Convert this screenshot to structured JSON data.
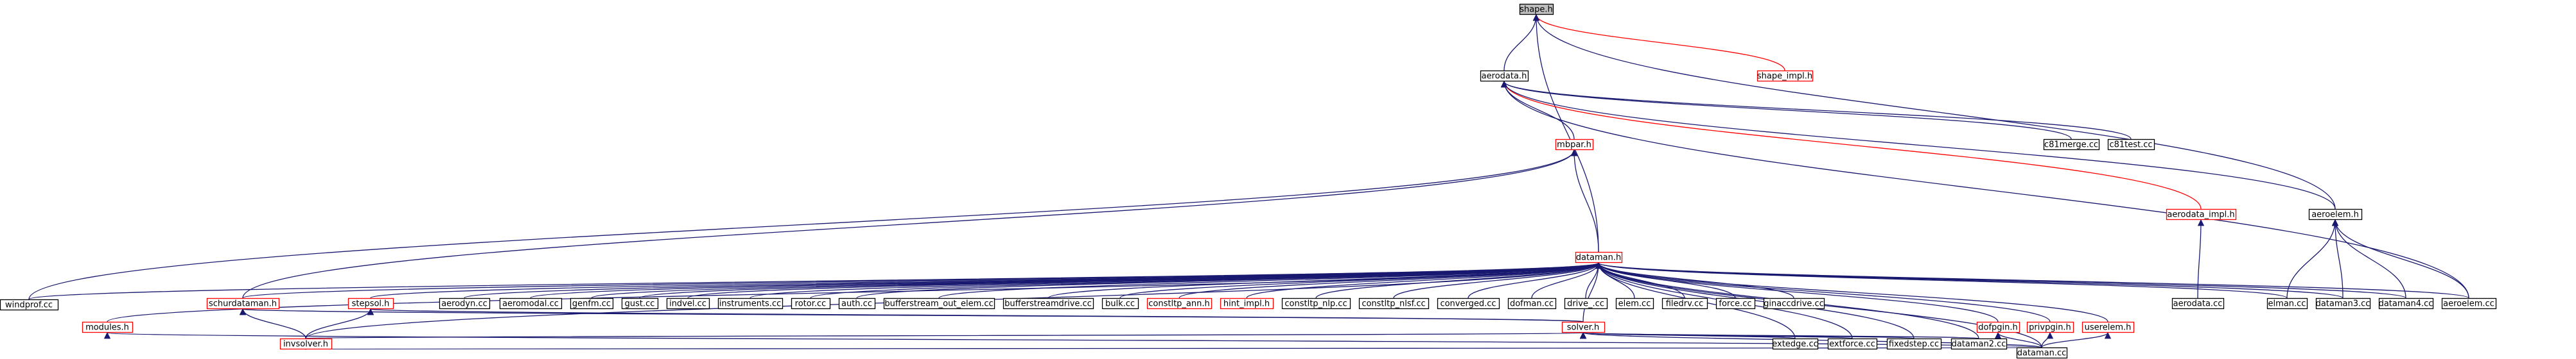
{
  "colors": {
    "edge": "#191970",
    "edge_alt": "#ff0000",
    "node_border": "#000000",
    "node_border_missing": "#ff0000",
    "root_fill": "#bfbfbf"
  },
  "nodes": {
    "shape_h": "shape.h",
    "aerodata_h": "aerodata.h",
    "shape_impl_h": "shape_impl.h",
    "mbpar_h": "mbpar.h",
    "c81merge_cc": "c81merge.cc",
    "c81test_cc": "c81test.cc",
    "aerodata_impl_h": "aerodata_impl.h",
    "aeroelem_h": "aeroelem.h",
    "dataman_h": "dataman.h",
    "windprof_cc": "windprof.cc",
    "schurdataman_h": "schurdataman.h",
    "stepsol_h": "stepsol.h",
    "aerodyn_cc": "aerodyn.cc",
    "aeromodal_cc": "aeromodal.cc",
    "genfm_cc": "genfm.cc",
    "gust_cc": "gust.cc",
    "indvel_cc": "indvel.cc",
    "instruments_cc": "instruments.cc",
    "rotor_cc": "rotor.cc",
    "auth_cc": "auth.cc",
    "bufferstream_out_elem_cc": "bufferstream_out_elem.cc",
    "bufferstreamdrive_cc": "bufferstreamdrive.cc",
    "bulk_cc": "bulk.cc",
    "constltp_ann_h": "constltp_ann.h",
    "hint_impl_h": "hint_impl.h",
    "constltp_nlp_cc": "constltp_nlp.cc",
    "constltp_nlsf_cc": "constltp_nlsf.cc",
    "converged_cc": "converged.cc",
    "dofman_cc": "dofman.cc",
    "drive_cc": "drive_.cc",
    "elem_cc": "elem.cc",
    "filedrv_cc": "filedrv.cc",
    "force_cc": "force.cc",
    "ginaccdrive_cc": "ginaccdrive.cc",
    "aerodata_cc": "aerodata.cc",
    "elman_cc": "elman.cc",
    "dataman3_cc": "dataman3.cc",
    "dataman4_cc": "dataman4.cc",
    "aeroelem_cc": "aeroelem.cc",
    "modules_h": "modules.h",
    "solver_h": "solver.h",
    "dofpgin_h": "dofpgin.h",
    "privpgin_h": "privpgin.h",
    "userelem_h": "userelem.h",
    "invsolver_h": "invsolver.h",
    "extedge_cc": "extedge.cc",
    "extforce_cc": "extforce.cc",
    "fixedstep_cc": "fixedstep.cc",
    "dataman2_cc": "dataman2.cc",
    "dataman_cc": "dataman.cc"
  }
}
